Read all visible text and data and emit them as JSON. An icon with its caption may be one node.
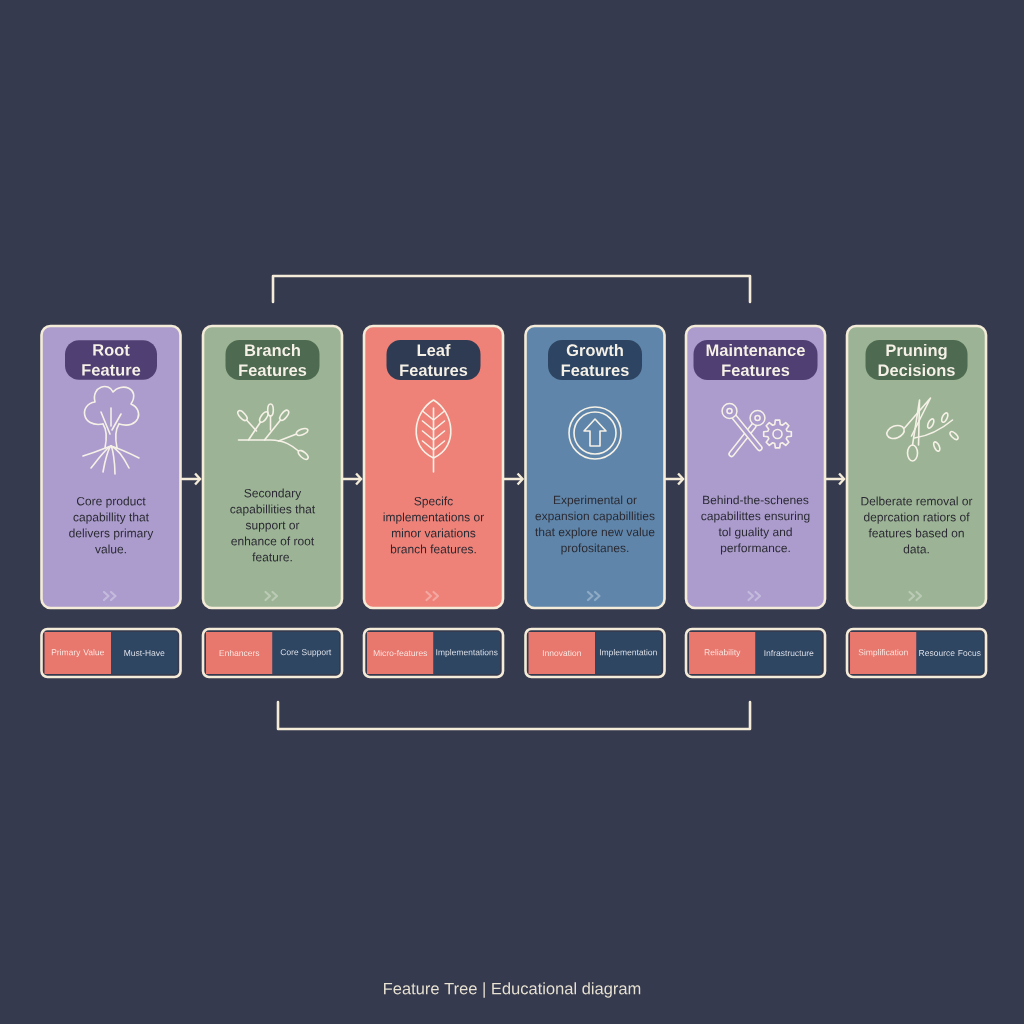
{
  "diagram": {
    "caption": "Feature Tree | Educational diagram",
    "nodes": [
      {
        "text": [
          "Core product capabillity that delivers primary value."
        ]
      },
      {
        "text": [
          "Root Feature"
        ],
        "in": 0
      },
      {
        "text": [
          "Secondary capabillities that support or enhance of root feature."
        ]
      },
      {
        "text": [
          "Branch Features"
        ],
        "in": 2
      },
      {
        "text": [
          "Specifc implementations or minor variations branch features."
        ]
      },
      {
        "text": [
          "Leaf Features"
        ],
        "in": 4
      },
      {
        "text": [
          "Experimental or expansion capabillities that explore new value profositanes."
        ]
      },
      {
        "text": [
          "Growth Features"
        ],
        "in": 6
      },
      {
        "text": [
          "Behind-the-schenes capabilittes ensuring tol guality and performance."
        ]
      },
      {
        "text": [
          "Maintenance Features"
        ],
        "in": 8
      },
      {
        "text": [
          "Delberate removal or deprcation ratiors of features based on data."
        ]
      },
      {
        "text": [
          "Pruning Decisions"
        ],
        "in": 10
      },
      {
        "text": [],
        "shape": "box"
      },
      {
        "text": [
          "Primary Value"
        ],
        "in": 12
      },
      {
        "text": [
          "Must-Have"
        ],
        "in": 12
      },
      {
        "text": [],
        "shape": "box"
      },
      {
        "text": [
          "Enhancers"
        ],
        "in": 15
      },
      {
        "text": [
          "Core Support"
        ],
        "in": 15
      },
      {
        "text": [],
        "shape": "box"
      },
      {
        "text": [
          "Micro-features"
        ],
        "in": 18
      },
      {
        "text": [
          "Implementations"
        ],
        "in": 18
      },
      {
        "text": [],
        "shape": "box"
      },
      {
        "text": [
          "Innovation"
        ],
        "in": 21
      },
      {
        "text": [
          "Implementation"
        ],
        "in": 21
      },
      {
        "text": [],
        "shape": "box"
      },
      {
        "text": [
          "Reliability"
        ],
        "in": 24
      },
      {
        "text": [
          "Infrastructure"
        ],
        "in": 24
      },
      {
        "text": [],
        "shape": "box"
      },
      {
        "text": [
          "Simplification"
        ],
        "in": 27
      },
      {
        "text": [
          "Resource Focus"
        ],
        "in": 27
      }
    ],
    "edges": [
      {
        "from": 0,
        "to": 2,
        "arrow": "to"
      },
      {
        "from": 2,
        "to": 4,
        "arrow": "to"
      },
      {
        "from": 4,
        "to": 6,
        "arrow": "to"
      },
      {
        "from": 6,
        "to": 8,
        "arrow": "to"
      },
      {
        "from": 8,
        "to": 10,
        "arrow": "to"
      }
    ]
  }
}
